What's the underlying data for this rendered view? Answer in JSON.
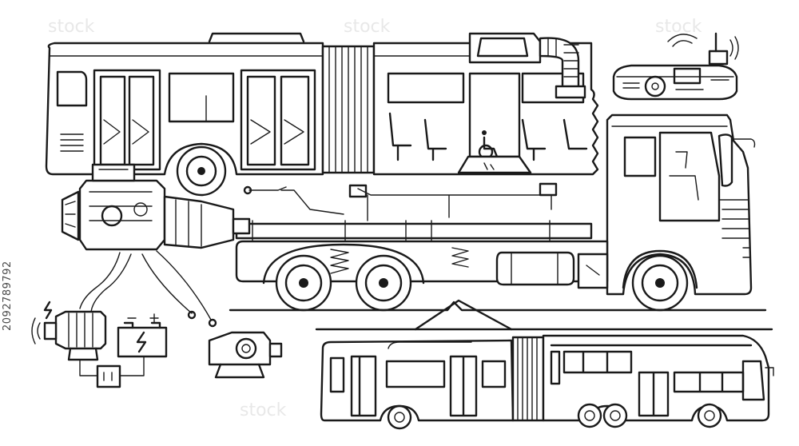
{
  "illustration": {
    "stock_id": "2092789792",
    "watermark_text": "stock",
    "parts": [
      "articulated-bus-cutaway",
      "dashboard",
      "engine",
      "drive-shaft",
      "truck-chassis",
      "electric-motor",
      "battery",
      "gearbox",
      "small-articulated-bus"
    ],
    "colors": {
      "line": "#1a1a1a",
      "background": "#ffffff",
      "watermark": "#d9d9d9"
    }
  }
}
